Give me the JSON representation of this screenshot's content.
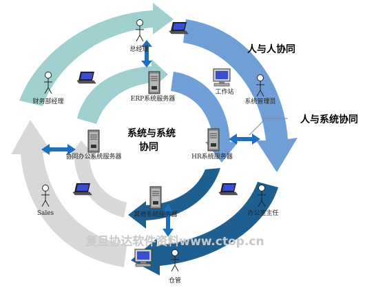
{
  "concepts": {
    "people": "人与人协同",
    "people_system": "人与系统协同",
    "system_system": "系统与系统协同"
  },
  "roles": {
    "general_manager": "总经理",
    "finance_manager": "财务部经理",
    "sysadmin": "系统管理员",
    "office_director": "办公室主任",
    "sales": "Sales",
    "warehouse": "仓管"
  },
  "servers": {
    "erp": "ERP系统服务器",
    "hr": "HR系统服务器",
    "oa": "协同办公系统服务器",
    "other": "其他系统服务器"
  },
  "devices": {
    "workstation": "工作站"
  },
  "watermark": "复旦协达软件资料www.ctop.cn",
  "colors": {
    "teal_ring": "#9fcfcf",
    "blue_ring": "#6f9fd6",
    "navy_ring": "#1f5f8f",
    "gray_ring": "#d8d8d8",
    "arrow_blue": "#1f6fbf"
  }
}
